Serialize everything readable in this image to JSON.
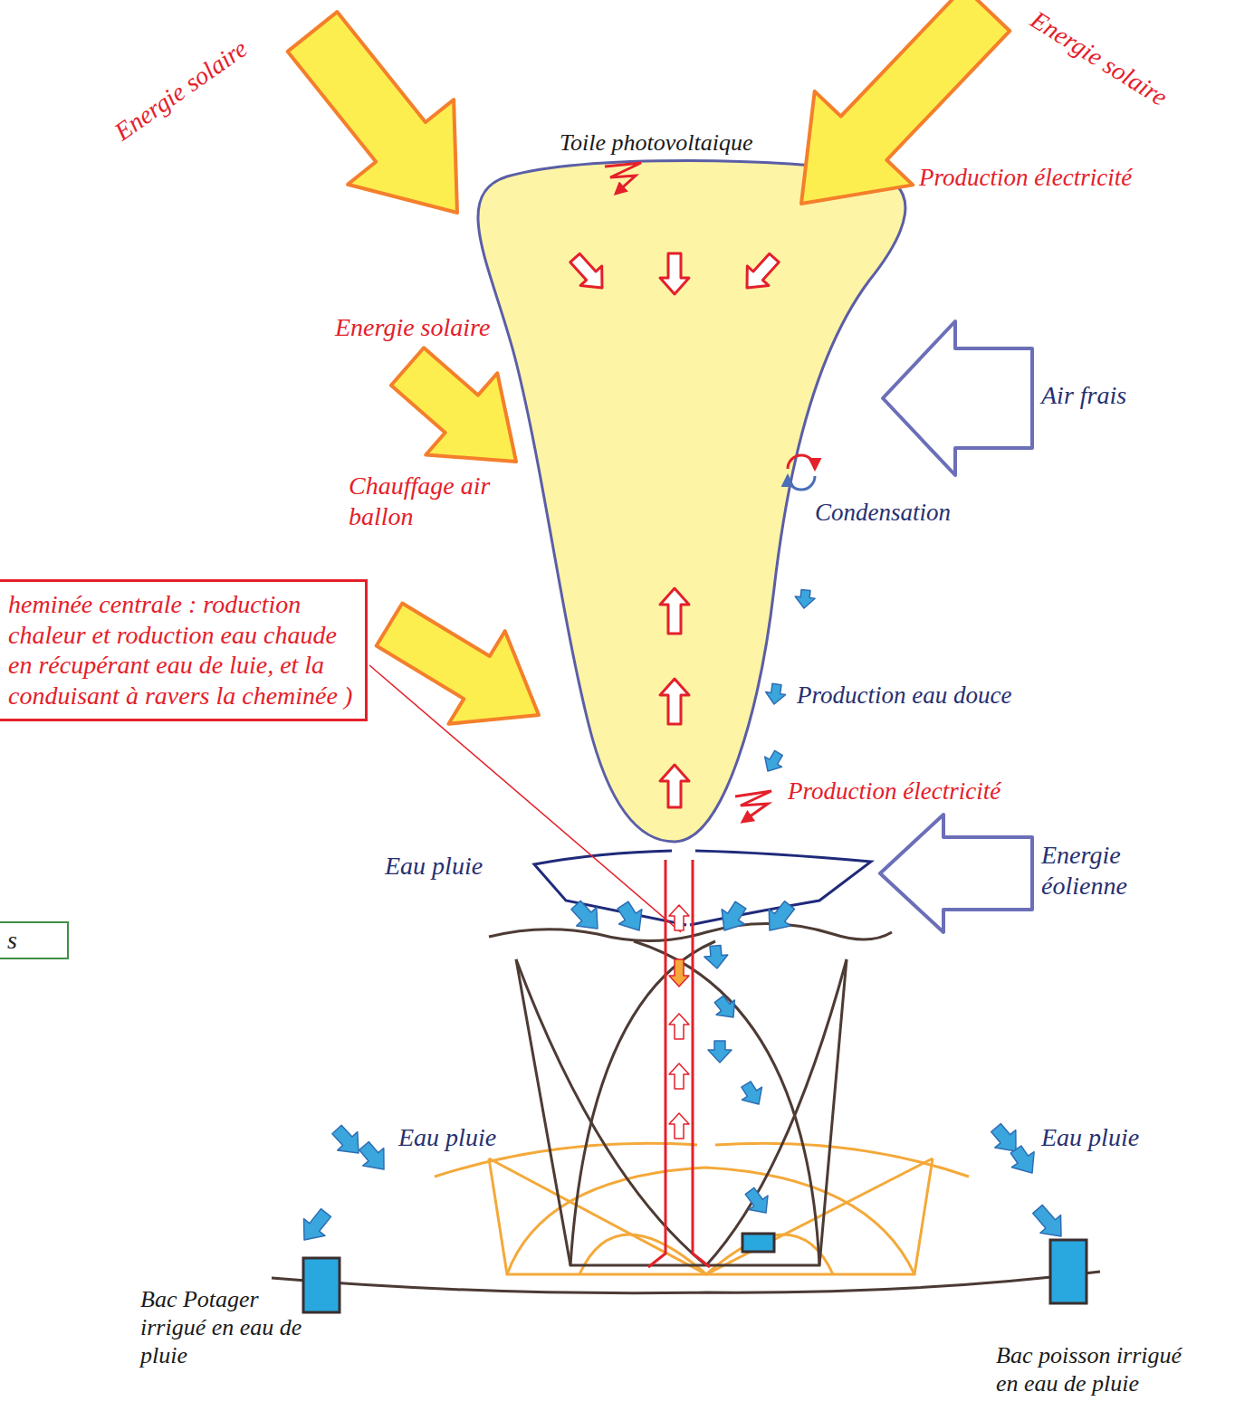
{
  "diagram": {
    "nodes": [
      {
        "text": [
          "heminée centrale : roduction chaleur et roduction eau chaude en récupérant eau de luie, et la conduisant à ravers la cheminée )"
        ]
      },
      {
        "text": [
          "s"
        ]
      }
    ],
    "labels": [
      "Energie solaire",
      "Toile photovoltaique",
      "Energie solaire",
      "Production électricité",
      "Energie solaire",
      "Air frais",
      "Chauffage air ballon",
      "Condensation",
      "Production eau douce",
      "Production électricité",
      "Energie éolienne",
      "Eau pluie",
      "Eau pluie",
      "Eau pluie",
      "Bac Potager irrigué en eau de pluie",
      "Bac poisson irrigué en eau de pluie"
    ]
  }
}
